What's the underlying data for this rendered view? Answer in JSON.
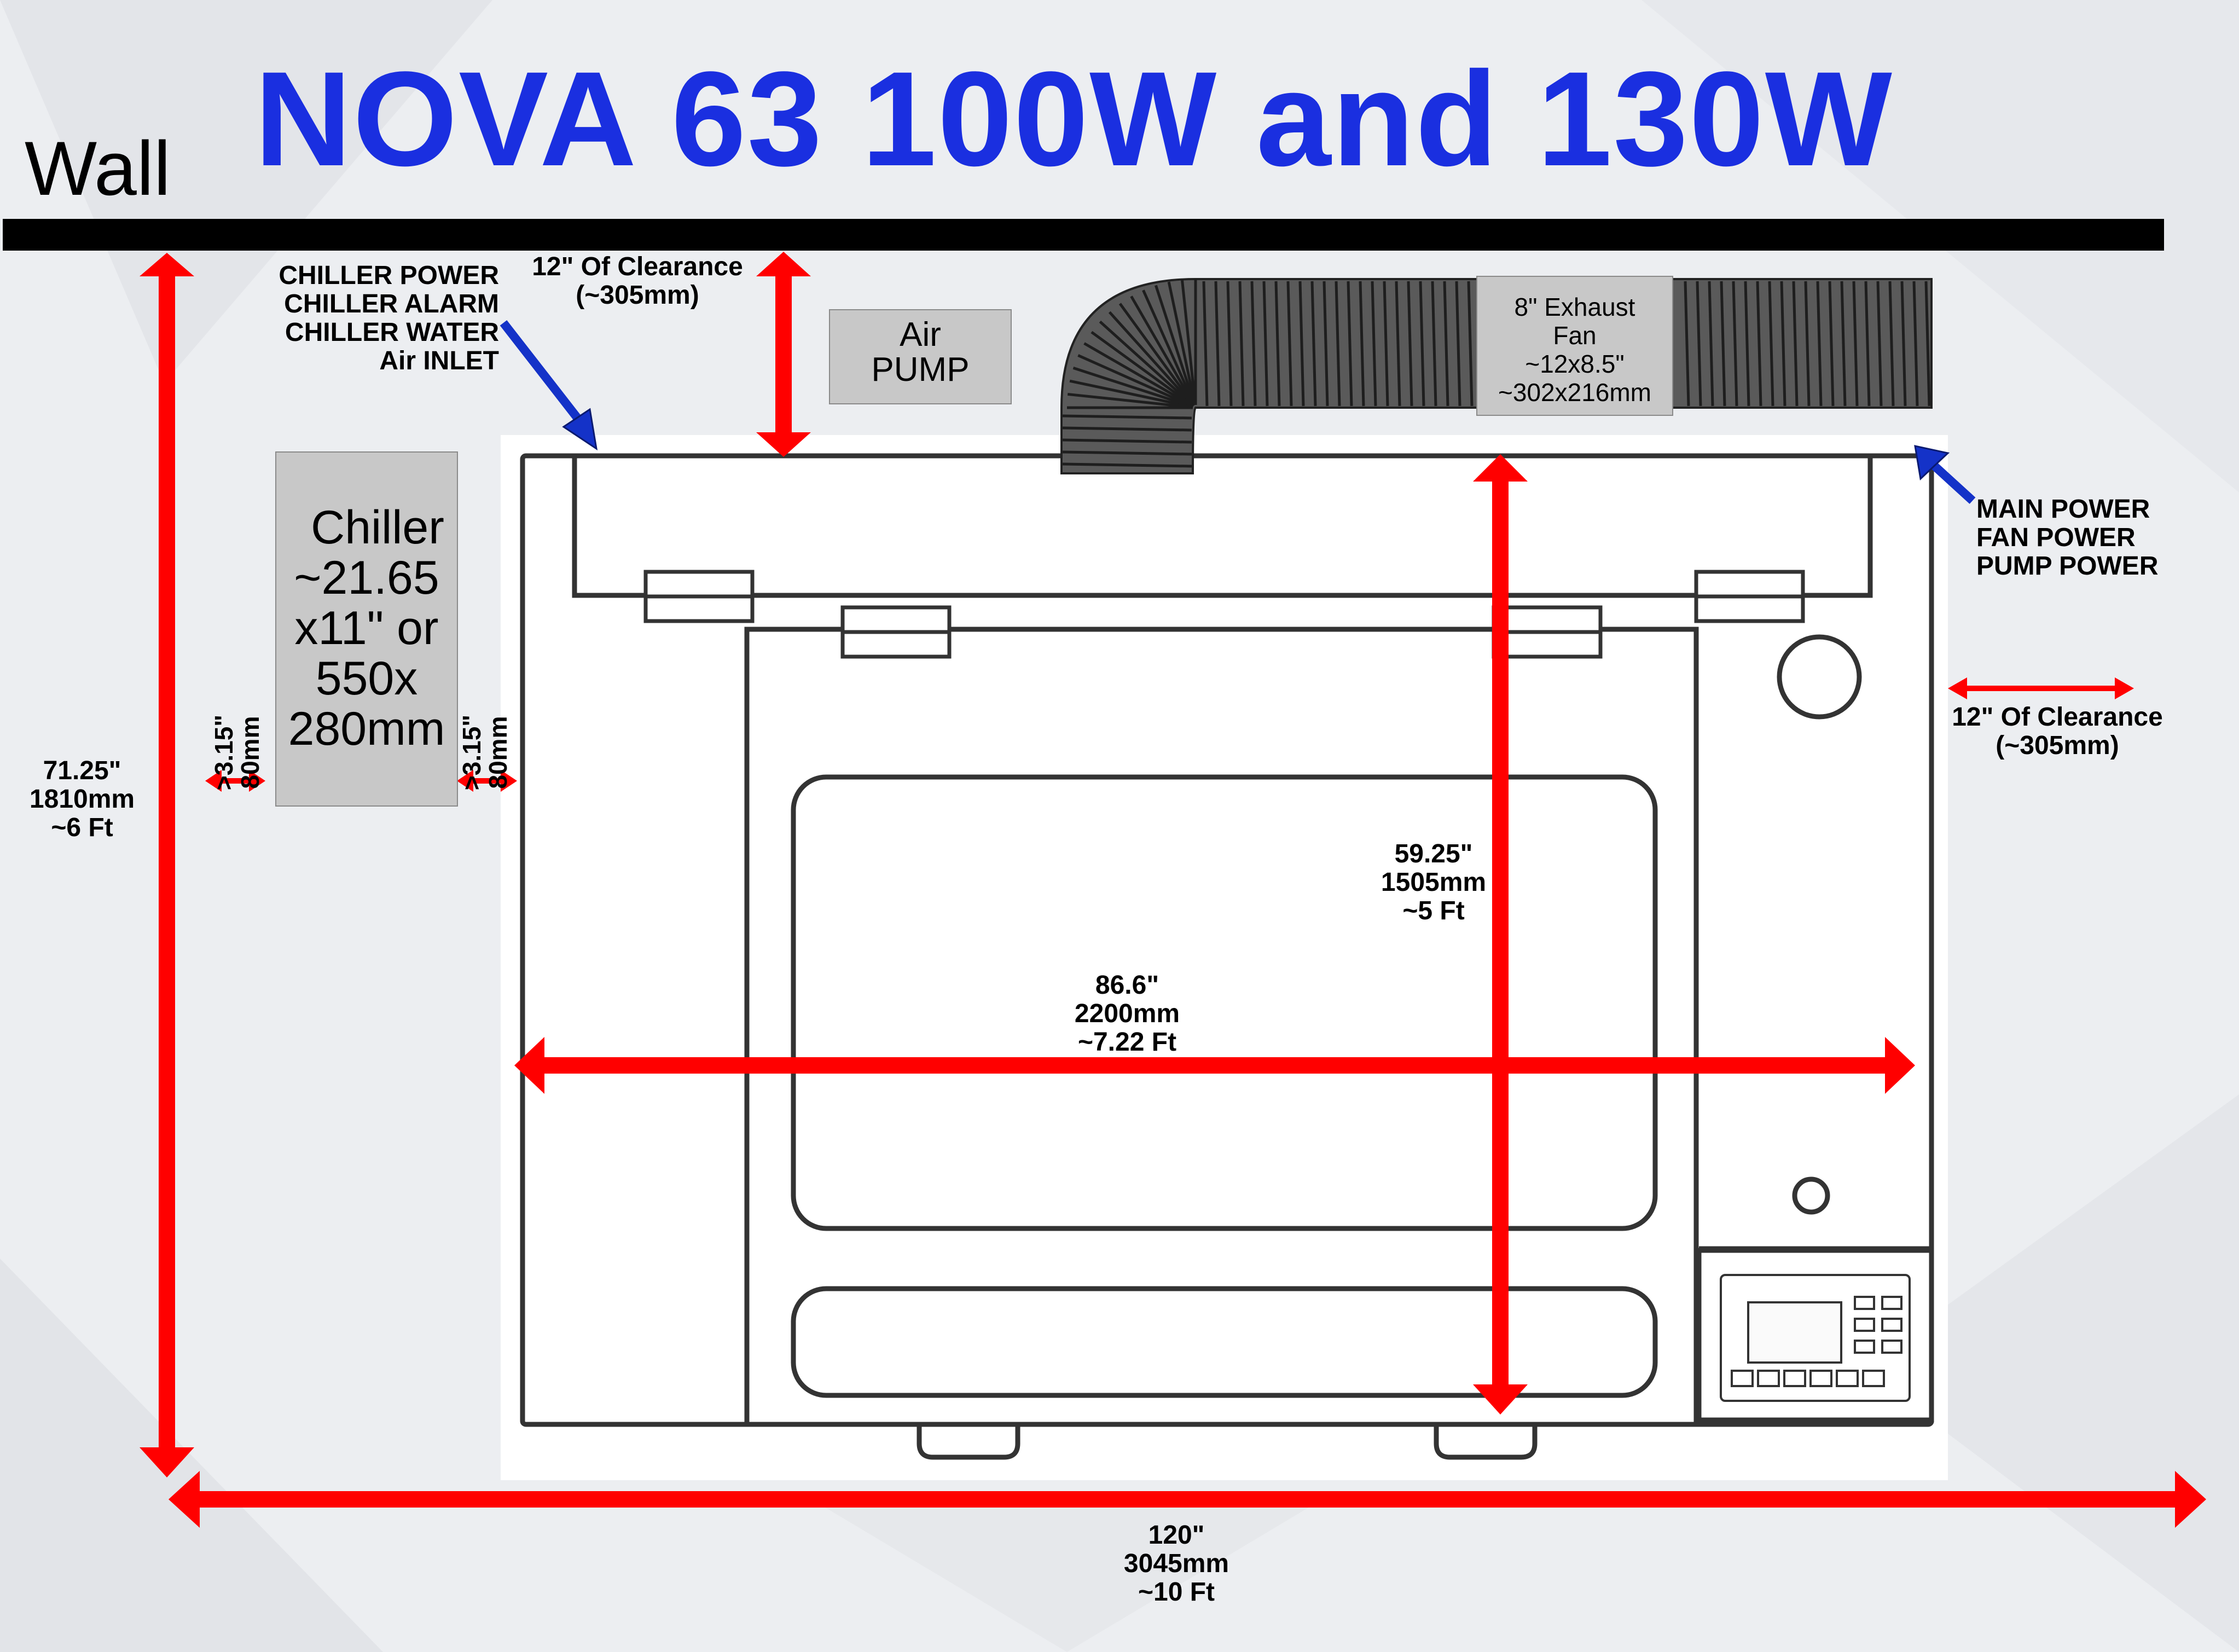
{
  "title": "NOVA 63 100W and 130W",
  "wall_label": "Wall",
  "colors": {
    "title": "#1a2fe0",
    "arrow": "#ff0000",
    "pointer": "#1432c8",
    "box": "#c8c8c8",
    "wall": "#000000"
  },
  "callouts": {
    "rear_left": [
      "CHILLER POWER",
      "CHILLER ALARM",
      "CHILLER WATER",
      "Air INLET"
    ],
    "rear_right": [
      "MAIN POWER",
      "FAN POWER",
      "PUMP POWER"
    ]
  },
  "clearance": {
    "rear": [
      "12\" Of Clearance",
      "(~305mm)"
    ],
    "right": [
      "12\" Of Clearance",
      "(~305mm)"
    ],
    "chiller_left": [
      ">3.15\"",
      "80mm"
    ],
    "chiller_right": [
      ">3.15\"",
      "80mm"
    ]
  },
  "air_pump": [
    "Air",
    "PUMP"
  ],
  "exhaust_fan": [
    "8\" Exhaust",
    "Fan",
    "~12x8.5\"",
    "~302x216mm"
  ],
  "chiller": [
    "Chiller",
    "~21.65",
    "x11\" or",
    "550x",
    "280mm"
  ],
  "dimensions": {
    "total_depth": [
      "71.25\"",
      "1810mm",
      "~6 Ft"
    ],
    "machine_depth": [
      "59.25\"",
      "1505mm",
      "~5 Ft"
    ],
    "machine_width": [
      "86.6\"",
      "2200mm",
      "~7.22 Ft"
    ],
    "total_width": [
      "120\"",
      "3045mm",
      "~10 Ft"
    ]
  }
}
